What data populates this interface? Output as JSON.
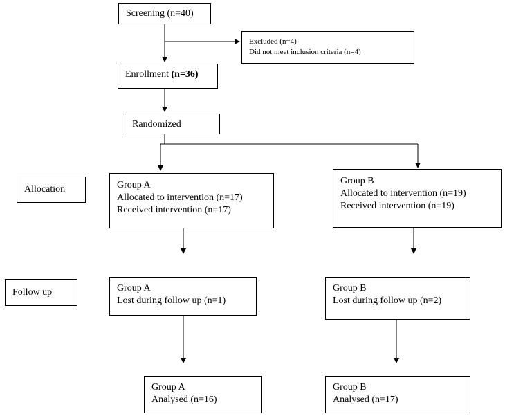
{
  "screening": {
    "text": "Screening (n=40)"
  },
  "excluded": {
    "line1": "Excluded (n=4)",
    "line2": "Did not meet inclusion criteria (n=4)"
  },
  "enrollment": {
    "label": "Enrollment ",
    "count": "(n=36)"
  },
  "randomized": {
    "text": "Randomized"
  },
  "allocation_label": {
    "text": "Allocation"
  },
  "followup_label": {
    "text": "Follow up"
  },
  "alloc_a": {
    "title": "Group A",
    "line1": "Allocated to intervention (n=17)",
    "line2": "Received intervention (n=17)"
  },
  "alloc_b": {
    "title": "Group B",
    "line1": "Allocated to intervention (n=19)",
    "line2": "Received intervention (n=19)"
  },
  "follow_a": {
    "title": "Group A",
    "line1": "Lost during follow up (n=1)"
  },
  "follow_b": {
    "title": "Group B",
    "line1": "Lost during follow up (n=2)"
  },
  "analysed_a": {
    "title": "Group A",
    "line1": "Analysed (n=16)"
  },
  "analysed_b": {
    "title": "Group B",
    "line1": "Analysed (n=17)"
  }
}
